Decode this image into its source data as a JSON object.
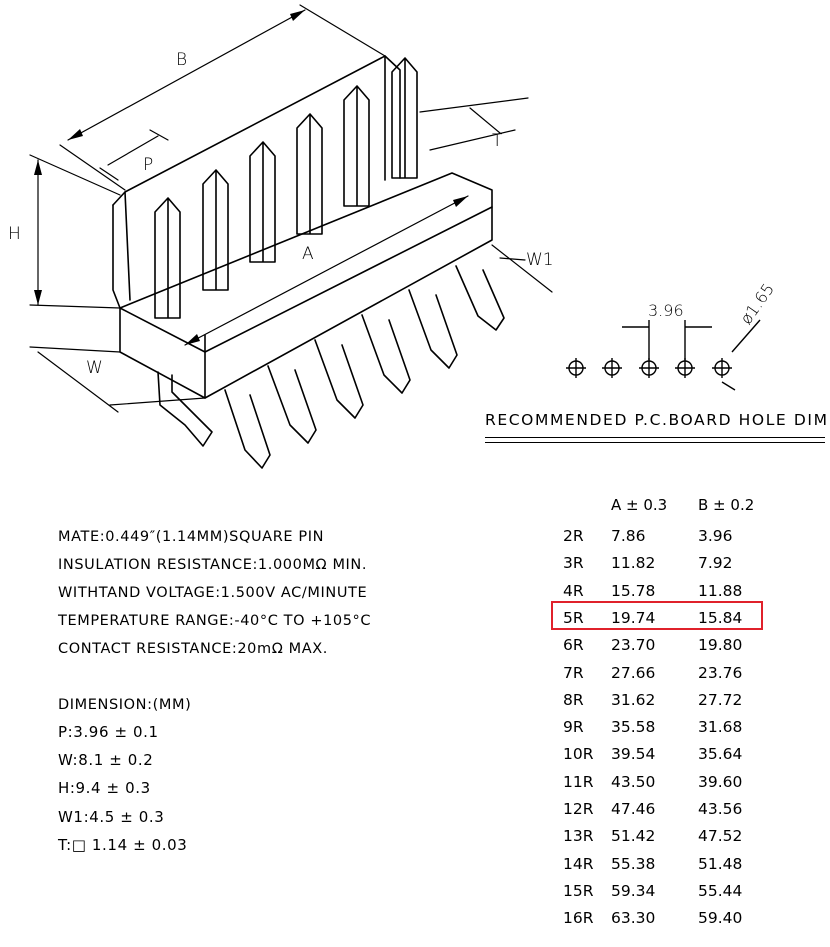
{
  "drawing": {
    "dim_labels": {
      "B": "B",
      "P": "P",
      "H": "H",
      "A": "A",
      "T": "T",
      "W": "W",
      "W1": "W1"
    },
    "pcb": {
      "pitch_label": "3.96",
      "hole_label": "ø1.65",
      "caption": "RECOMMENDED P.C.BOARD HOLE DIMM.",
      "hole_count": 5
    }
  },
  "specs": {
    "lines": [
      "MATE:0.449″(1.14MM)SQUARE PIN",
      "INSULATION RESISTANCE:1.000MΩ  MIN.",
      "WITHTAND VOLTAGE:1.500V AC/MINUTE",
      "TEMPERATURE RANGE:-40°C TO +105°C",
      "CONTACT RESISTANCE:20mΩ  MAX."
    ],
    "dimension_title": "DIMENSION:(MM)",
    "dimensions": [
      "P:3.96 ± 0.1",
      "W:8.1 ± 0.2",
      "H:9.4 ± 0.3",
      "W1:4.5 ± 0.3",
      "T:□ 1.14 ± 0.03"
    ]
  },
  "table": {
    "headers": [
      "",
      "A ± 0.3",
      "B ± 0.2"
    ],
    "highlight_color": "#e0212b",
    "highlighted_row": "5R",
    "rows": [
      [
        "2R",
        "7.86",
        "3.96"
      ],
      [
        "3R",
        "11.82",
        "7.92"
      ],
      [
        "4R",
        "15.78",
        "11.88"
      ],
      [
        "5R",
        "19.74",
        "15.84"
      ],
      [
        "6R",
        "23.70",
        "19.80"
      ],
      [
        "7R",
        "27.66",
        "23.76"
      ],
      [
        "8R",
        "31.62",
        "27.72"
      ],
      [
        "9R",
        "35.58",
        "31.68"
      ],
      [
        "10R",
        "39.54",
        "35.64"
      ],
      [
        "11R",
        "43.50",
        "39.60"
      ],
      [
        "12R",
        "47.46",
        "43.56"
      ],
      [
        "13R",
        "51.42",
        "47.52"
      ],
      [
        "14R",
        "55.38",
        "51.48"
      ],
      [
        "15R",
        "59.34",
        "55.44"
      ],
      [
        "16R",
        "63.30",
        "59.40"
      ]
    ]
  }
}
